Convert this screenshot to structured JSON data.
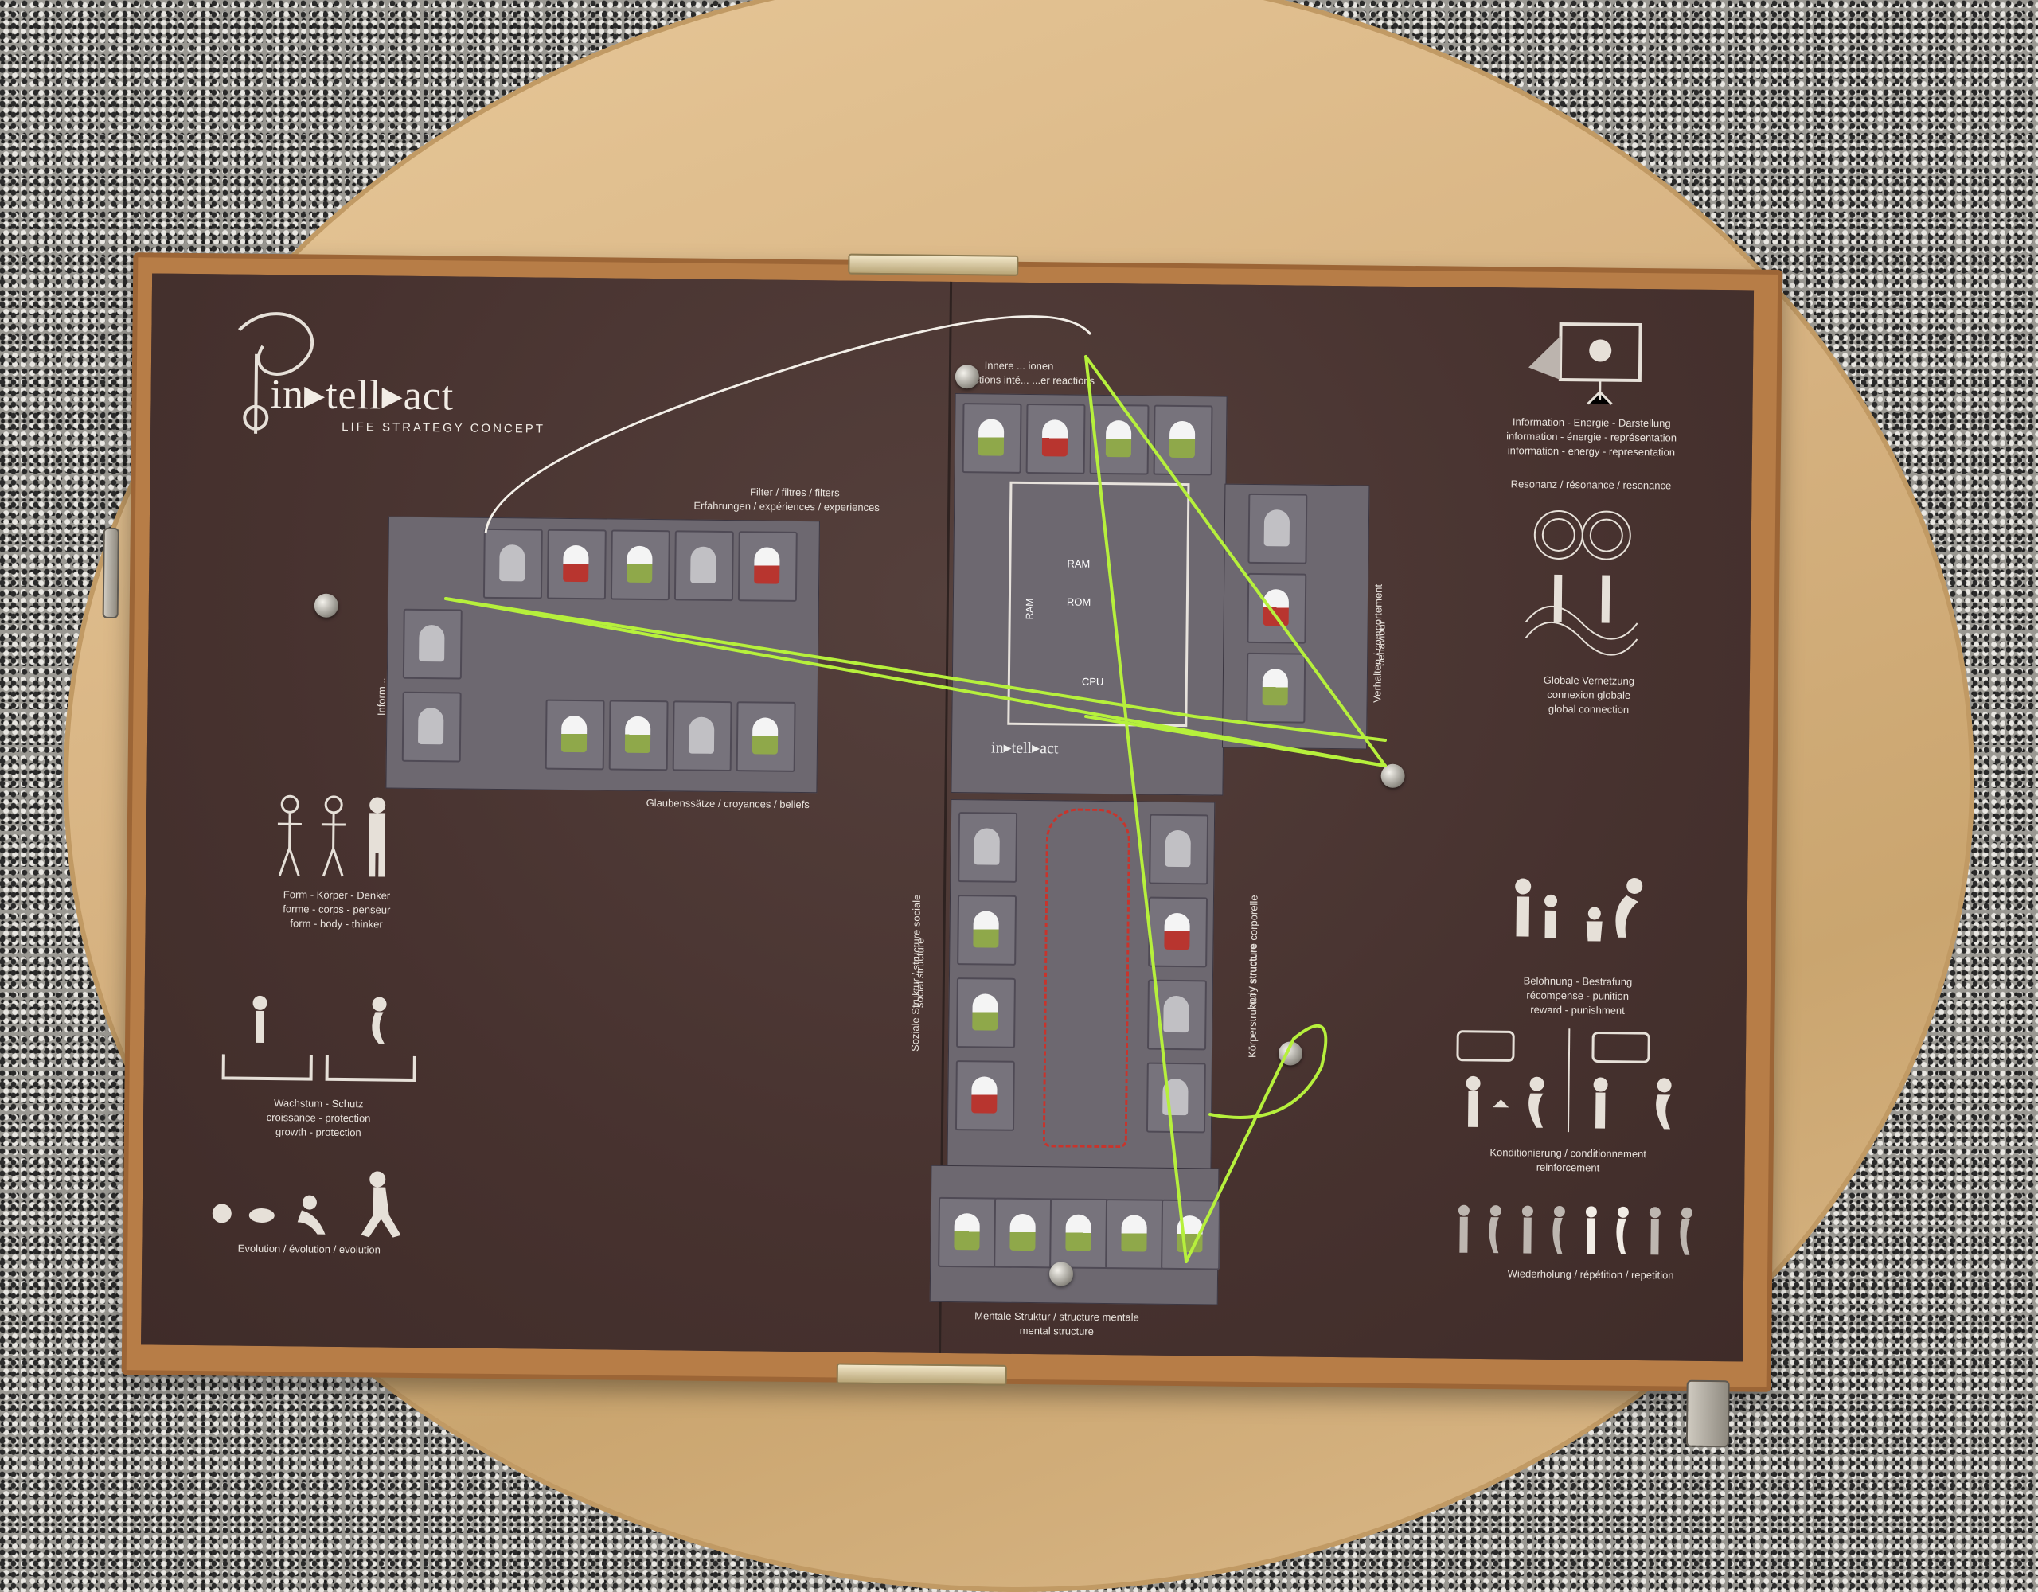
{
  "brand": {
    "logo_text": "in▸tell▸act",
    "logo_subtitle": "LIFE STRATEGY CONCEPT",
    "center_logo": "in▸tell▸act"
  },
  "labels": {
    "filter": "Filter / filtres / filters",
    "experiences": "Erfahrungen / expériences / experiences",
    "inner_reactions_1": "Innere ... ionen",
    "inner_reactions_2": "réactions inté... ...er reactions",
    "beliefs": "Glaubenssätze / croyances / beliefs",
    "information_side": "Inform...",
    "social_structure": "Soziale Struktur / structure sociale",
    "social_structure_2": "social structure",
    "body_structure": "Körperstruktur / structure corporelle",
    "body_structure_2": "body structure",
    "behaviour": "Verhalten / comportement",
    "behaviour_2": "behaviour",
    "mental_structure": "Mentale Struktur / structure mentale",
    "mental_structure_2": "mental structure",
    "form_body_thinker_1": "Form - Körper - Denker",
    "form_body_thinker_2": "forme - corps - penseur",
    "form_body_thinker_3": "form - body - thinker",
    "growth_1": "Wachstum - Schutz",
    "growth_2": "croissance - protection",
    "growth_3": "growth - protection",
    "evolution": "Evolution / évolution / evolution",
    "info_energy_1": "Information - Energie - Darstellung",
    "info_energy_2": "information - énergie - représentation",
    "info_energy_3": "information - energy - representation",
    "resonance": "Resonanz / résonance / resonance",
    "global_1": "Globale Vernetzung",
    "global_2": "connexion globale",
    "global_3": "global connection",
    "reward_1": "Belohnung - Bestrafung",
    "reward_2": "récompense - punition",
    "reward_3": "reward - punishment",
    "conditioning_1": "Konditionierung / conditionnement",
    "conditioning_2": "reinforcement",
    "repetition": "Wiederholung / répétition / repetition",
    "computer_ram": "RAM",
    "computer_rom": "ROM",
    "computer_ram_side": "RAM",
    "computer_cpu": "CPU"
  },
  "colors": {
    "board": "#4b3634",
    "tile": "#77737c",
    "string": "#b6f03c",
    "accent_red": "#c8342c",
    "text": "#e8e2dc"
  }
}
